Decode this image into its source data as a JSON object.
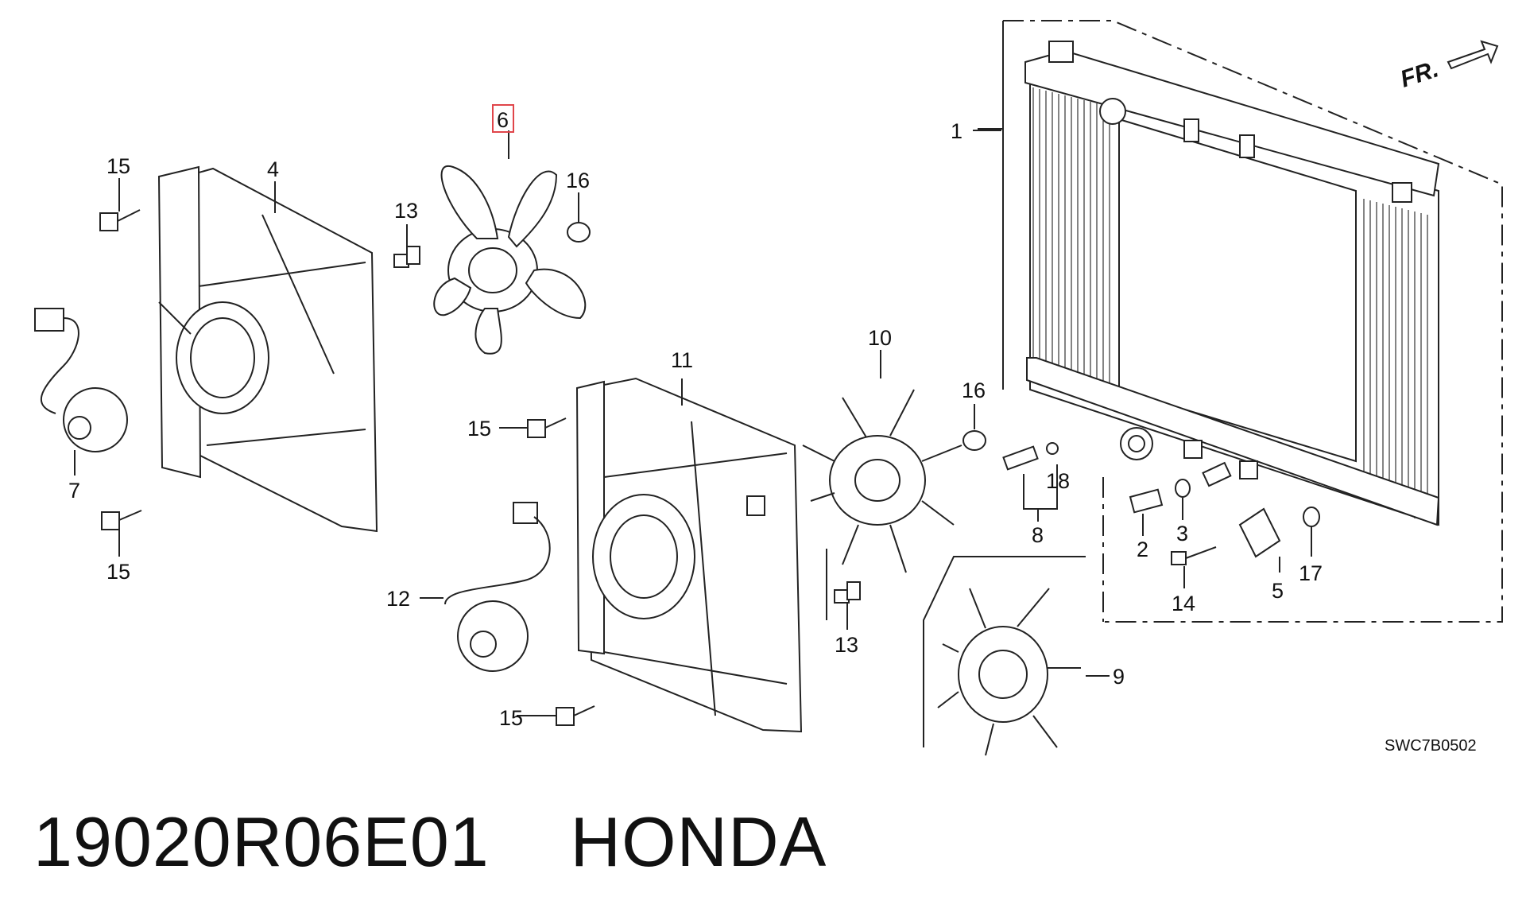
{
  "diagram": {
    "labels": {
      "l1": "1",
      "l2": "2",
      "l3": "3",
      "l4": "4",
      "l5": "5",
      "l6": "6",
      "l7": "7",
      "l8": "8",
      "l9": "9",
      "l10": "10",
      "l11": "11",
      "l12": "12",
      "l13a": "13",
      "l13b": "13",
      "l14": "14",
      "l15a": "15",
      "l15b": "15",
      "l15c": "15",
      "l15d": "15",
      "l16a": "16",
      "l16b": "16",
      "l17": "17",
      "l18": "18"
    },
    "front_indicator": "FR.",
    "diagram_code": "SWC7B0502",
    "highlighted_part": "6",
    "highlight_color": "#e0454a"
  },
  "footer": {
    "part_number": "19020R06E01",
    "brand": "HONDA"
  }
}
